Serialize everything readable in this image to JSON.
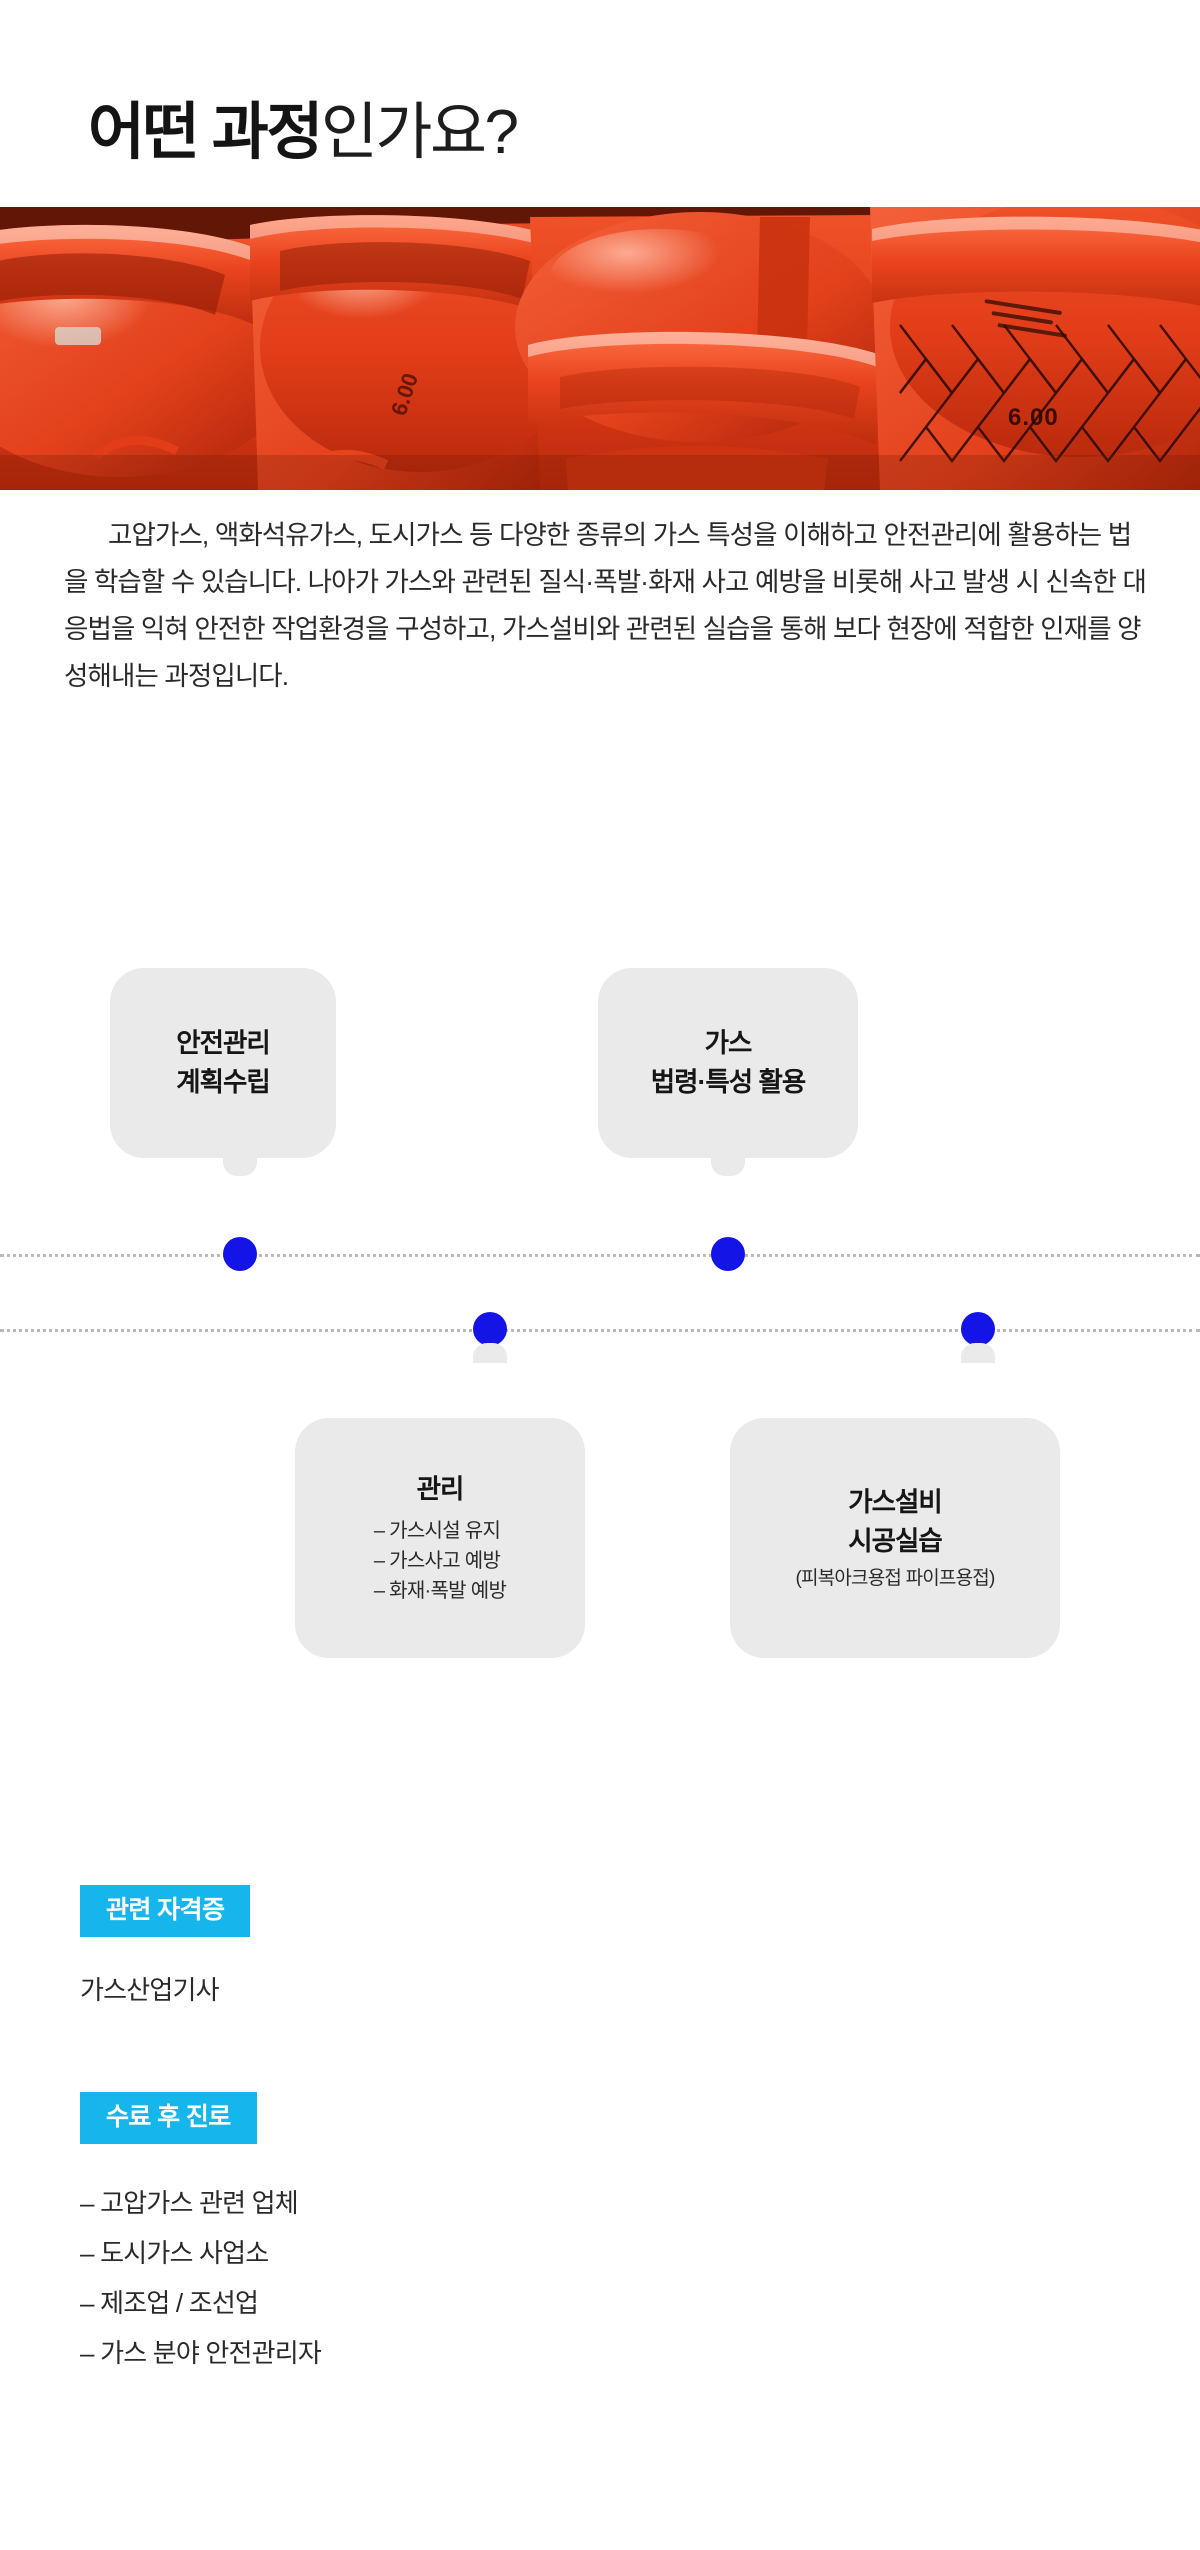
{
  "header": {
    "title_bold": "어떤 과정",
    "title_light": "인가요?"
  },
  "banner": {
    "alt": "orange-lpg-gas-cylinders-photo",
    "cylinder_label": "6.00",
    "colors": {
      "cylinder_red": "#e8441f",
      "cylinder_shadow": "#a81f0c",
      "cylinder_highlight": "#f4785a",
      "valve_cap": "#ef4a2a",
      "valve_green": "#2e8b4a",
      "net_dark": "#3a1008"
    }
  },
  "intro": {
    "paragraph": "고압가스, 액화석유가스, 도시가스 등 다양한 종류의 가스 특성을 이해하고 안전관리에 활용하는 법을 학습할 수 있습니다. 나아가 가스와 관련된 질식·폭발·화재 사고 예방을 비롯해 사고 발생 시 신속한 대응법을 익혀 안전한 작업환경을 구성하고, 가스설비와 관련된 실습을 통해 보다 현장에 적합한 인재를 양성해내는 과정입니다."
  },
  "diagram": {
    "dot_color": "#1414e6",
    "bubble_color": "#eaeaea",
    "nodes": [
      {
        "id": "node-1",
        "position": "top",
        "title_line1": "안전관리",
        "title_line2": "계획수립"
      },
      {
        "id": "node-2",
        "position": "top",
        "title_line1": "가스",
        "title_line2": "법령·특성 활용"
      },
      {
        "id": "node-3",
        "position": "bottom",
        "title_line1": "관리",
        "items": [
          "– 가스시설 유지",
          "– 가스사고 예방",
          "– 화재·폭발 예방"
        ]
      },
      {
        "id": "node-4",
        "position": "bottom",
        "title_line1": "가스설비",
        "title_line2": "시공실습",
        "note": "(피복아크용접 파이프용접)"
      }
    ]
  },
  "certificates": {
    "badge_label": "관련 자격증",
    "badge_color": "#16b6ec",
    "value": "가스산업기사"
  },
  "career": {
    "badge_label": "수료 후 진로",
    "badge_color": "#16b6ec",
    "items": [
      "– 고압가스 관련 업체",
      "– 도시가스 사업소",
      "– 제조업 / 조선업",
      "– 가스 분야 안전관리자"
    ]
  }
}
